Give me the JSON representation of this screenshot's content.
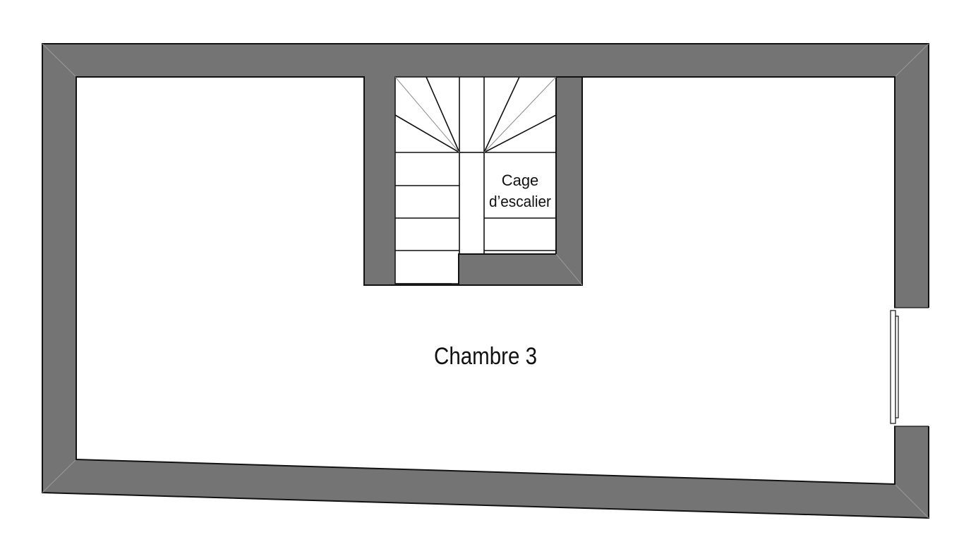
{
  "plan": {
    "rooms": [
      {
        "id": "chambre-3",
        "label": "Chambre 3"
      },
      {
        "id": "cage-escalier",
        "label_lines": [
          "Cage",
          "d’escalier"
        ]
      }
    ],
    "colors": {
      "wall_fill": "#747474",
      "wall_outline": "#111111",
      "floor": "#ffffff"
    }
  }
}
